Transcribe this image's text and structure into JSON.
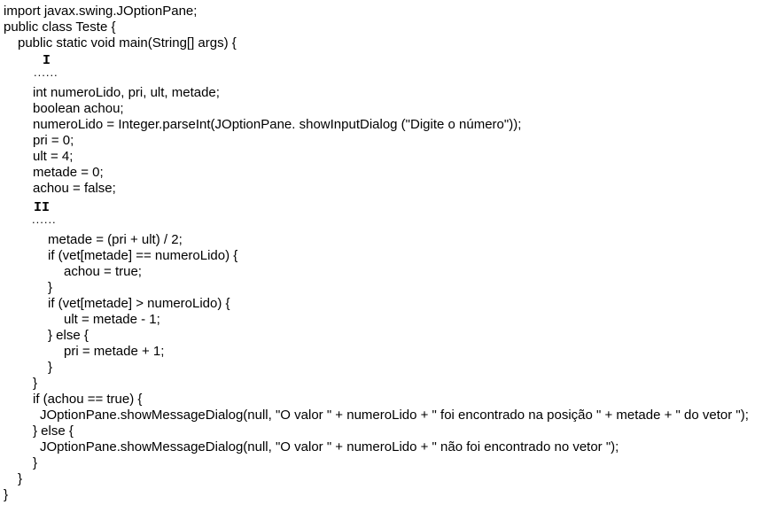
{
  "code": {
    "lines": [
      "import javax.swing.JOptionPane;",
      "public class Teste {",
      "public static void main(String[] args) {",
      "int numeroLido, pri, ult, metade;",
      "boolean achou;",
      "numeroLido = Integer.parseInt(JOptionPane. showInputDialog (\"Digite o número\"));",
      "pri = 0;",
      "ult = 4;",
      "metade = 0;",
      "achou = false;",
      "metade = (pri + ult) / 2;",
      "if (vet[metade] == numeroLido) {",
      "achou = true;",
      "}",
      "if (vet[metade] > numeroLido) {",
      "ult = metade - 1;",
      "} else {",
      "pri = metade + 1;",
      "}",
      "}",
      "if (achou == true) {",
      "JOptionPane.showMessageDialog(null, \"O valor \" + numeroLido + \" foi encontrado na posição \" + metade + \" do vetor \");",
      "} else {",
      "JOptionPane.showMessageDialog(null, \"O valor \" + numeroLido + \" não foi encontrado no vetor \");",
      "}",
      "}",
      "}"
    ],
    "markers": {
      "first": "I",
      "second": "II",
      "dots": "......"
    }
  }
}
